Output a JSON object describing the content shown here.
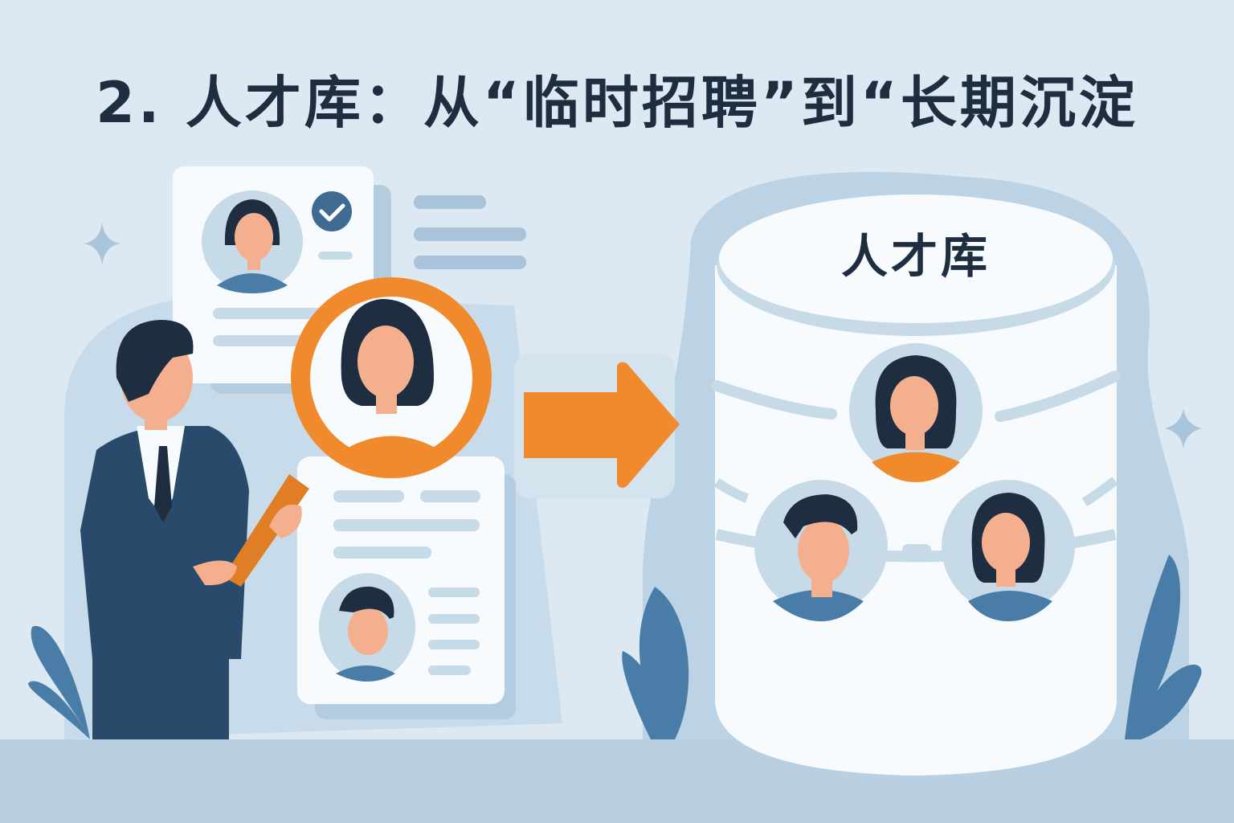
{
  "title": "2. 人才库：从“临时招聘”到“长期沉淀",
  "database": {
    "label": "人才库",
    "profiles": [
      {
        "name": "woman-orange-shirt",
        "position": "top"
      },
      {
        "name": "man-blue-shirt",
        "position": "bottom-left"
      },
      {
        "name": "woman-blue-shirt",
        "position": "bottom-right"
      }
    ]
  },
  "resumes": [
    {
      "name": "resume-card-top",
      "avatar": "woman",
      "checked": true
    },
    {
      "name": "resume-card-bottom",
      "avatar": "man",
      "checked": false
    }
  ],
  "recruiter": {
    "holding": "magnifying-glass",
    "focused_avatar": "woman-orange-shirt"
  },
  "colors": {
    "background": "#dde9f2",
    "ground": "#b9d0e2",
    "accent_orange": "#f08a2c",
    "navy": "#2a4a6b",
    "dark_text": "#1e2e40",
    "leaf_blue": "#4a7ca8",
    "card_white": "#f8fbfd",
    "line_blue": "#c6dae8"
  }
}
